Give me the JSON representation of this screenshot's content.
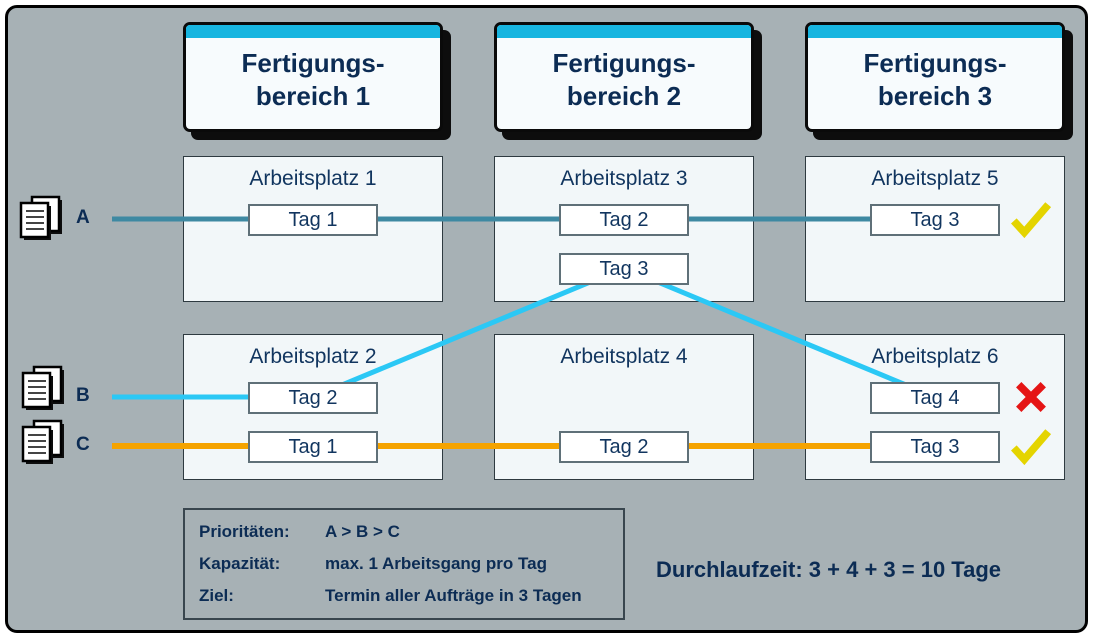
{
  "colors": {
    "panel_bg": "#a7b1b5",
    "header_accent": "#17b5e0",
    "text_navy": "#0c2c54",
    "order_a_line": "#3e89a2",
    "order_b_line": "#2bc8f5",
    "order_c_line": "#f5a300",
    "check": "#e4d400",
    "cross": "#e51515"
  },
  "headers": [
    {
      "line1": "Fertigungs-",
      "line2": "bereich 1"
    },
    {
      "line1": "Fertigungs-",
      "line2": "bereich 2"
    },
    {
      "line1": "Fertigungs-",
      "line2": "bereich 3"
    }
  ],
  "workstations": [
    {
      "title": "Arbeitsplatz 1",
      "tags": [
        {
          "label": "Tag 1"
        }
      ]
    },
    {
      "title": "Arbeitsplatz 3",
      "tags": [
        {
          "label": "Tag 2"
        },
        {
          "label": "Tag 3"
        }
      ]
    },
    {
      "title": "Arbeitsplatz 5",
      "tags": [
        {
          "label": "Tag 3",
          "mark": "check"
        }
      ]
    },
    {
      "title": "Arbeitsplatz 2",
      "tags": [
        {
          "label": "Tag 2"
        },
        {
          "label": "Tag 1"
        }
      ]
    },
    {
      "title": "Arbeitsplatz 4",
      "tags": [
        {
          "label": "Tag 2"
        }
      ]
    },
    {
      "title": "Arbeitsplatz 6",
      "tags": [
        {
          "label": "Tag 4",
          "mark": "cross"
        },
        {
          "label": "Tag 3",
          "mark": "check"
        }
      ]
    }
  ],
  "orders": [
    {
      "label": "A"
    },
    {
      "label": "B"
    },
    {
      "label": "C"
    }
  ],
  "legend": {
    "rows": [
      {
        "label": "Prioritäten:",
        "value": "A > B > C"
      },
      {
        "label": "Kapazität:",
        "value": "max. 1 Arbeitsgang pro Tag"
      },
      {
        "label": "Ziel:",
        "value": "Termin aller Aufträge in 3 Tagen"
      }
    ]
  },
  "result": "Durchlaufzeit: 3 + 4 + 3 = 10 Tage"
}
